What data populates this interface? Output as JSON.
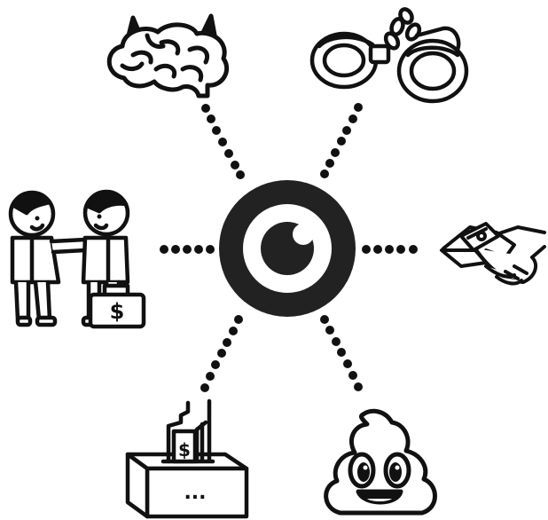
{
  "diagram": {
    "hub": {
      "icon": "eye-icon"
    },
    "nodes": [
      {
        "id": "evil-brain",
        "icon": "devil-brain-icon",
        "position": "top-left"
      },
      {
        "id": "handcuffs",
        "icon": "handcuffs-icon",
        "position": "top-right"
      },
      {
        "id": "bribe",
        "icon": "bribe-people-icon",
        "position": "left"
      },
      {
        "id": "handshake",
        "icon": "handshake-money-icon",
        "position": "right"
      },
      {
        "id": "ballot-box",
        "icon": "ballot-box-money-icon",
        "position": "bottom-left"
      },
      {
        "id": "poop",
        "icon": "poop-emoji-icon",
        "position": "bottom-right"
      }
    ],
    "ballot_box_text": "...",
    "briefcase_text": "$",
    "ballot_money_text": "$",
    "colors": {
      "ink": "#111111",
      "paper": "#ffffff"
    }
  }
}
